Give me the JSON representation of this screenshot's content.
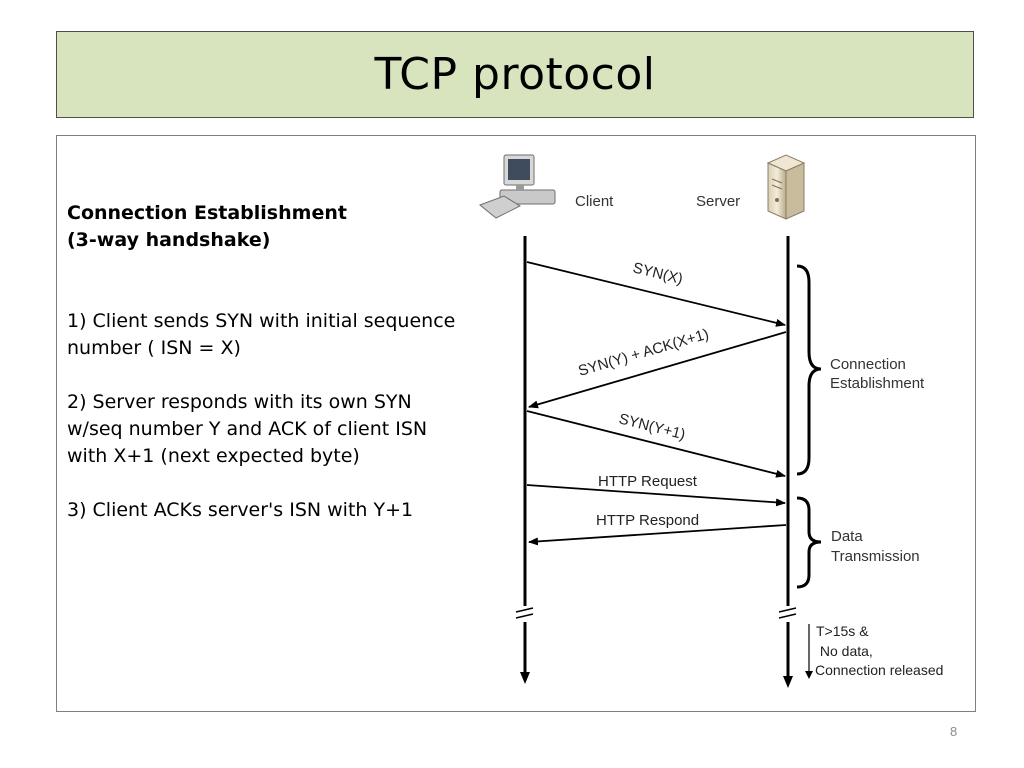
{
  "title": "TCP protocol",
  "heading": {
    "line1": "Connection  Establishment",
    "line2": "(3-way handshake)"
  },
  "steps": [
    {
      "line1": "1) Client sends SYN with initial sequence",
      "line2": "number ( ISN = X)"
    },
    {
      "line1": "2) Server responds with its own SYN",
      "line2": "w/seq number Y and ACK of client ISN",
      "line3": "with X+1 (next expected byte)"
    },
    {
      "line1": "3) Client ACKs server's ISN with Y+1"
    }
  ],
  "diagram": {
    "client_label": "Client",
    "server_label": "Server",
    "messages": {
      "syn": "SYN(X)",
      "synack": "SYN(Y) + ACK(X+1)",
      "ack": "SYN(Y+1)",
      "http_request": "HTTP Request",
      "http_respond": "HTTP Respond"
    },
    "phases": {
      "connection_line1": "Connection",
      "connection_line2": "Establishment",
      "data_line1": "Data",
      "data_line2": "Transmission"
    },
    "release": {
      "line1": "T>15s &",
      "line2": " No data,",
      "line3": "Connection released"
    }
  },
  "page_number": "8",
  "colors": {
    "title_bg": "#d7e4bd",
    "border": "#4f4f4f",
    "line": "#000000"
  }
}
